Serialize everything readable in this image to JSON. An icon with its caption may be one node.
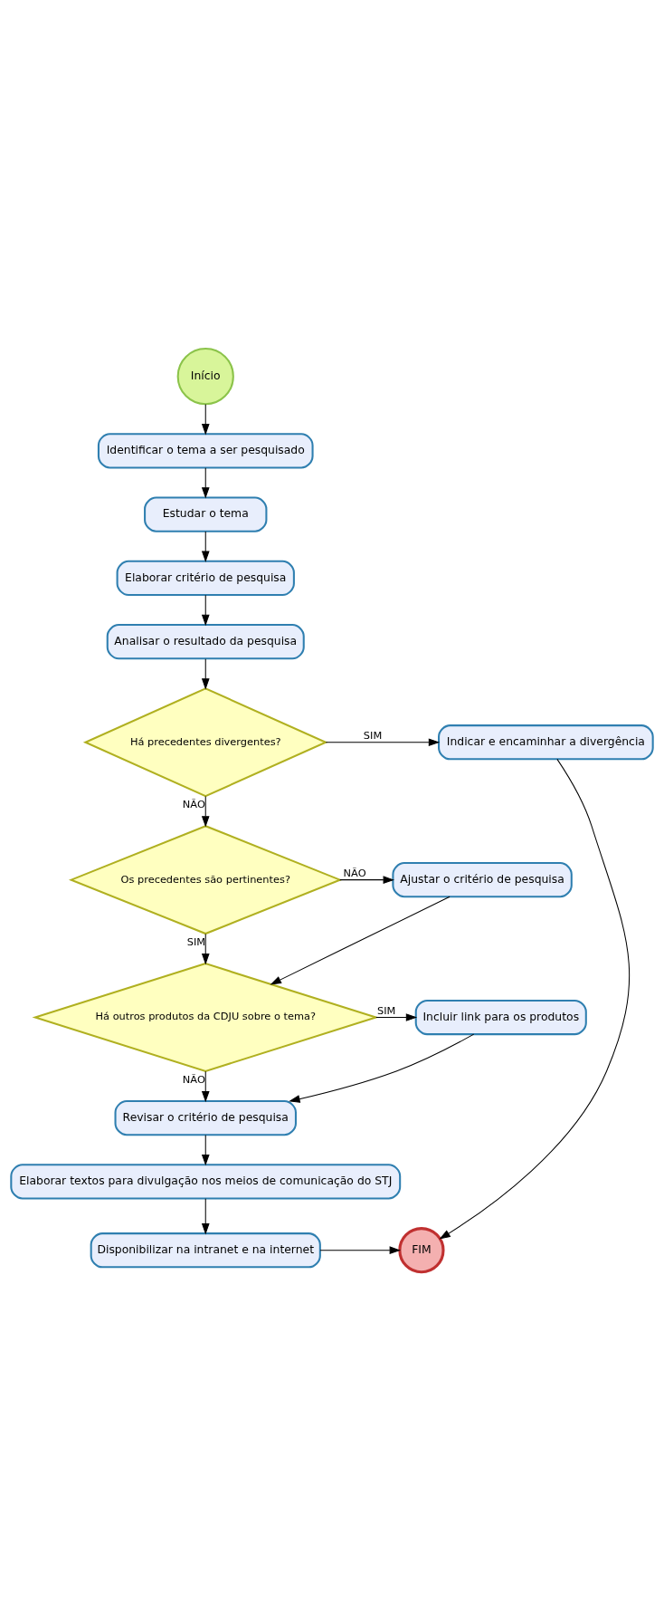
{
  "diagram": {
    "nodes": [
      {
        "text": [
          "Início"
        ]
      },
      {
        "text": [
          "Identificar o tema a ser pesquisado"
        ]
      },
      {
        "text": [
          "Estudar o tema"
        ]
      },
      {
        "text": [
          "Elaborar critério de pesquisa"
        ]
      },
      {
        "text": [
          "Analisar o resultado da pesquisa"
        ]
      },
      {
        "text": [
          "Há precedentes divergentes?"
        ]
      },
      {
        "text": [
          "Indicar e encaminhar a divergência"
        ]
      },
      {
        "text": [
          "Os precedentes são pertinentes?"
        ]
      },
      {
        "text": [
          "Ajustar o critério de pesquisa"
        ]
      },
      {
        "text": [
          "Há outros produtos da CDJU sobre o tema?"
        ]
      },
      {
        "text": [
          "Incluir link para os produtos"
        ]
      },
      {
        "text": [
          "Revisar o critério de pesquisa"
        ]
      },
      {
        "text": [
          "Elaborar textos para divulgação nos meios de comunicação do STJ"
        ]
      },
      {
        "text": [
          "Disponibilizar na intranet e na internet"
        ]
      },
      {
        "text": [
          "FIM"
        ]
      }
    ],
    "edges": [
      {
        "from": 0,
        "to": 1,
        "arrow": "to"
      },
      {
        "from": 1,
        "to": 2,
        "arrow": "to"
      },
      {
        "from": 2,
        "to": 3,
        "arrow": "to"
      },
      {
        "from": 3,
        "to": 4,
        "arrow": "to"
      },
      {
        "from": 4,
        "to": 5,
        "arrow": "to"
      },
      {
        "from": 5,
        "to": 6,
        "arrow": "to",
        "label": "SIM"
      },
      {
        "from": 5,
        "to": 7,
        "arrow": "to",
        "label": "NÃO"
      },
      {
        "from": 7,
        "to": 8,
        "arrow": "to",
        "label": "NÃO"
      },
      {
        "from": 7,
        "to": 9,
        "arrow": "to",
        "label": "SIM"
      },
      {
        "from": 8,
        "to": 9,
        "arrow": "to"
      },
      {
        "from": 9,
        "to": 10,
        "arrow": "to",
        "label": "SIM"
      },
      {
        "from": 9,
        "to": 11,
        "arrow": "to",
        "label": "NÃO"
      },
      {
        "from": 10,
        "to": 11,
        "arrow": "to"
      },
      {
        "from": 11,
        "to": 12,
        "arrow": "to"
      },
      {
        "from": 12,
        "to": 13,
        "arrow": "to"
      },
      {
        "from": 13,
        "to": 14,
        "arrow": "to"
      },
      {
        "from": 6,
        "to": 14,
        "arrow": "to"
      }
    ]
  }
}
